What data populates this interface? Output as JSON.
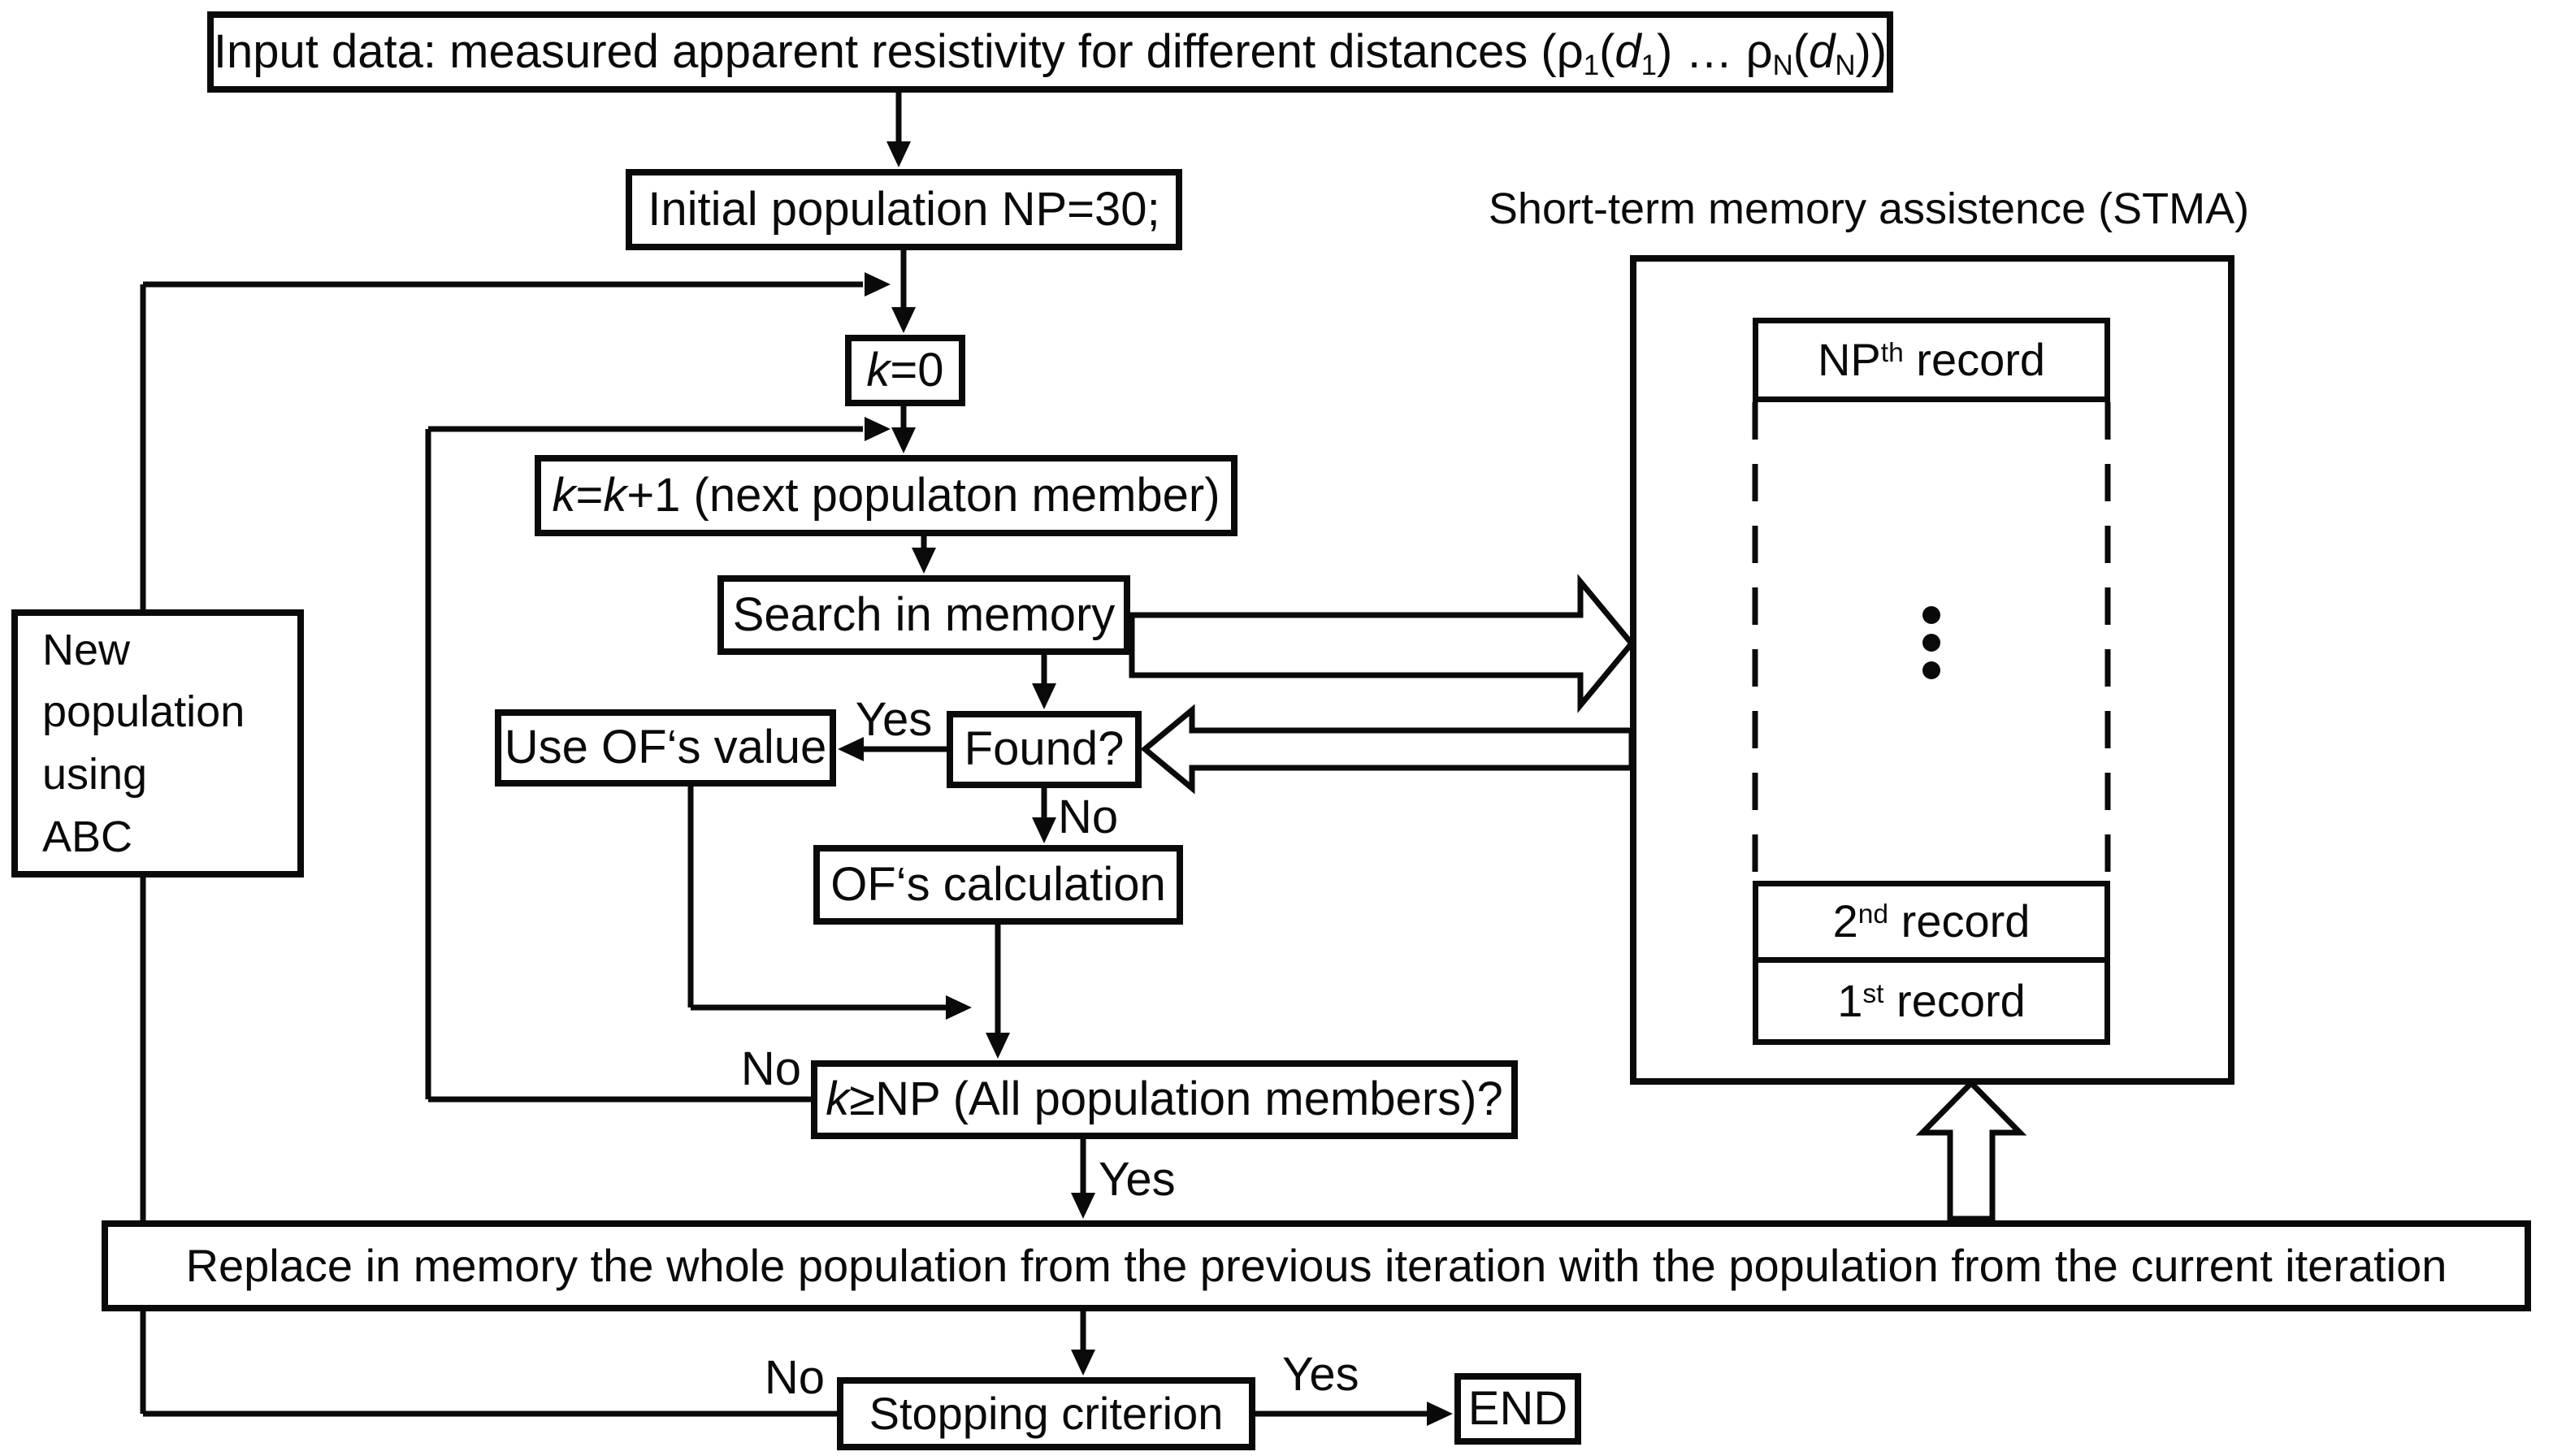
{
  "diagram": {
    "stma_title": "Short-term memory assistence (STMA)",
    "boxes": {
      "input": {
        "parts": [
          {
            "t": "Input data: measured apparent resistivity for different distances (ρ"
          },
          {
            "t": "1",
            "s": "sub"
          },
          {
            "t": "("
          },
          {
            "t": "d",
            "s": "i"
          },
          {
            "t": "1",
            "s": "sub"
          },
          {
            "t": ") … ρ"
          },
          {
            "t": "N",
            "s": "sub"
          },
          {
            "t": "("
          },
          {
            "t": "d",
            "s": "i"
          },
          {
            "t": "N",
            "s": "sub"
          },
          {
            "t": "))"
          }
        ]
      },
      "initial": {
        "label": "Initial population NP=30;"
      },
      "k0": {
        "parts": [
          {
            "t": "k",
            "s": "i"
          },
          {
            "t": "=0"
          }
        ]
      },
      "kk1": {
        "parts": [
          {
            "t": "k",
            "s": "i"
          },
          {
            "t": "="
          },
          {
            "t": "k",
            "s": "i"
          },
          {
            "t": "+1 (next populaton member)"
          }
        ]
      },
      "search": {
        "label": "Search in memory"
      },
      "useof": {
        "label": "Use OF‘s value"
      },
      "found": {
        "label": "Found?"
      },
      "ofcalc": {
        "label": "OF‘s calculation"
      },
      "knp": {
        "parts": [
          {
            "t": "k",
            "s": "i"
          },
          {
            "t": "≥NP (All population members)?"
          }
        ]
      },
      "replace": {
        "label": "Replace in memory the whole population from the previous iteration with the population from the current iteration"
      },
      "stopping": {
        "label": "Stopping criterion"
      },
      "end": {
        "label": "END"
      },
      "newpop": {
        "lines": [
          "New",
          "population",
          "using",
          "ABC"
        ]
      },
      "np_record": {
        "parts": [
          {
            "t": "NP"
          },
          {
            "t": "th",
            "s": "sup"
          },
          {
            "t": " record"
          }
        ]
      },
      "record2": {
        "parts": [
          {
            "t": "2"
          },
          {
            "t": "nd",
            "s": "sup"
          },
          {
            "t": " record"
          }
        ]
      },
      "record1": {
        "parts": [
          {
            "t": "1"
          },
          {
            "t": "st",
            "s": "sup"
          },
          {
            "t": " record"
          }
        ]
      }
    },
    "labels": {
      "found_yes": "Yes",
      "found_no": "No",
      "knp_no": "No",
      "knp_yes": "Yes",
      "stopping_no": "No",
      "stopping_yes": "Yes"
    },
    "colors": {
      "line": "#0a0a0a",
      "background": "#ffffff",
      "box_fill": "#ffffff"
    }
  }
}
